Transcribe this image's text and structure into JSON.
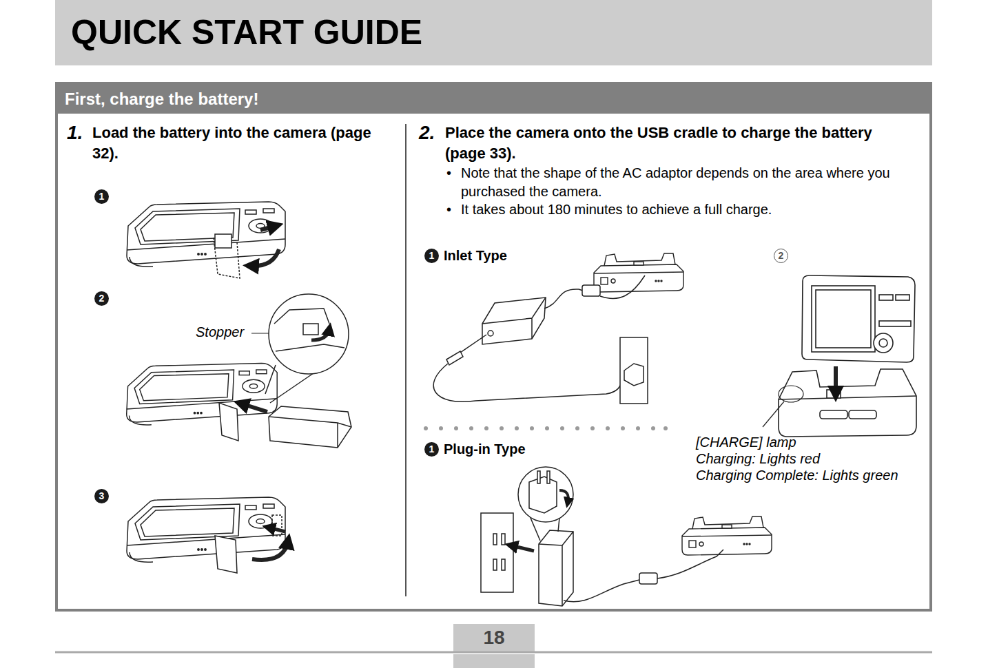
{
  "diagram": {
    "nodes": [
      {
        "text": [
          "QUICK START GUIDE"
        ]
      },
      {
        "text": [
          "First, charge the battery!"
        ]
      },
      {
        "text": [
          "1"
        ],
        "in": 1
      },
      {
        "text": [
          "2"
        ],
        "in": 1
      },
      {
        "text": [
          "3"
        ],
        "in": 1
      },
      {
        "text": [
          "1",
          "Inlet Type"
        ],
        "in": 1
      },
      {
        "text": [
          "2"
        ],
        "in": 1
      },
      {
        "text": [
          "1",
          "Plug-in Type"
        ],
        "in": 1
      },
      {
        "text": [
          "18"
        ]
      }
    ],
    "labels": [
      "1.",
      "Load the battery into the camera (page 32).",
      "Stopper",
      "2.",
      "Place the camera onto the USB cradle to charge the battery (page 33).",
      "•",
      "Note that the shape of the AC adaptor depends on the area where you purchased the camera.",
      "•",
      "It takes about 180 minutes to achieve a full charge.",
      "[CHARGE] lamp",
      "Charging: Lights red",
      "Charging Complete: Lights green"
    ]
  }
}
